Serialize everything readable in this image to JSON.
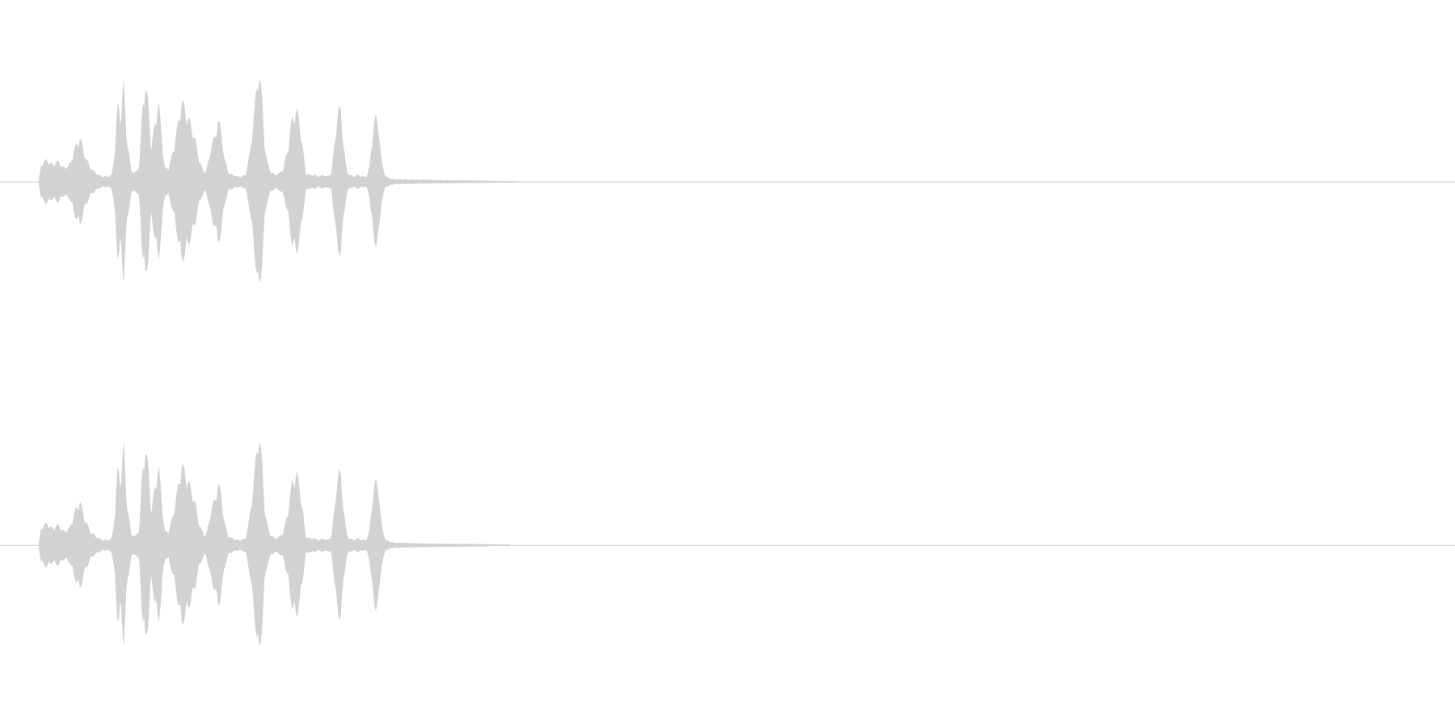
{
  "waveform": {
    "wave_color": "#d2d2d2",
    "baseline_color": "#d8d8d8",
    "background_color": "#ffffff",
    "channels": [
      {
        "name_id": "left",
        "peaks": [
          [
            0.0,
            0.0
          ],
          [
            0.027,
            0.0
          ],
          [
            0.028,
            0.1
          ],
          [
            0.032,
            0.13
          ],
          [
            0.036,
            0.1
          ],
          [
            0.04,
            0.12
          ],
          [
            0.044,
            0.08
          ],
          [
            0.048,
            0.1
          ],
          [
            0.052,
            0.21
          ],
          [
            0.055,
            0.26
          ],
          [
            0.058,
            0.16
          ],
          [
            0.062,
            0.08
          ],
          [
            0.066,
            0.05
          ],
          [
            0.07,
            0.03
          ],
          [
            0.074,
            0.03
          ],
          [
            0.077,
            0.04
          ],
          [
            0.079,
            0.18
          ],
          [
            0.081,
            0.46
          ],
          [
            0.083,
            0.37
          ],
          [
            0.085,
            0.57
          ],
          [
            0.087,
            0.26
          ],
          [
            0.09,
            0.07
          ],
          [
            0.093,
            0.05
          ],
          [
            0.096,
            0.1
          ],
          [
            0.098,
            0.45
          ],
          [
            0.1,
            0.58
          ],
          [
            0.102,
            0.44
          ],
          [
            0.104,
            0.18
          ],
          [
            0.107,
            0.38
          ],
          [
            0.109,
            0.46
          ],
          [
            0.111,
            0.28
          ],
          [
            0.113,
            0.08
          ],
          [
            0.116,
            0.08
          ],
          [
            0.119,
            0.18
          ],
          [
            0.122,
            0.32
          ],
          [
            0.125,
            0.48
          ],
          [
            0.128,
            0.4
          ],
          [
            0.131,
            0.34
          ],
          [
            0.134,
            0.25
          ],
          [
            0.137,
            0.12
          ],
          [
            0.14,
            0.06
          ],
          [
            0.142,
            0.06
          ],
          [
            0.145,
            0.2
          ],
          [
            0.148,
            0.28
          ],
          [
            0.15,
            0.36
          ],
          [
            0.152,
            0.3
          ],
          [
            0.154,
            0.14
          ],
          [
            0.157,
            0.05
          ],
          [
            0.16,
            0.04
          ],
          [
            0.163,
            0.03
          ],
          [
            0.166,
            0.03
          ],
          [
            0.169,
            0.04
          ],
          [
            0.172,
            0.18
          ],
          [
            0.175,
            0.42
          ],
          [
            0.178,
            0.69
          ],
          [
            0.18,
            0.48
          ],
          [
            0.182,
            0.2
          ],
          [
            0.184,
            0.1
          ],
          [
            0.186,
            0.06
          ],
          [
            0.189,
            0.04
          ],
          [
            0.192,
            0.05
          ],
          [
            0.195,
            0.08
          ],
          [
            0.198,
            0.2
          ],
          [
            0.201,
            0.38
          ],
          [
            0.204,
            0.42
          ],
          [
            0.206,
            0.34
          ],
          [
            0.208,
            0.2
          ],
          [
            0.21,
            0.05
          ],
          [
            0.213,
            0.04
          ],
          [
            0.216,
            0.04
          ],
          [
            0.219,
            0.03
          ],
          [
            0.222,
            0.04
          ],
          [
            0.225,
            0.03
          ],
          [
            0.228,
            0.05
          ],
          [
            0.23,
            0.22
          ],
          [
            0.232,
            0.4
          ],
          [
            0.234,
            0.44
          ],
          [
            0.236,
            0.22
          ],
          [
            0.238,
            0.07
          ],
          [
            0.24,
            0.04
          ],
          [
            0.243,
            0.03
          ],
          [
            0.246,
            0.04
          ],
          [
            0.249,
            0.03
          ],
          [
            0.252,
            0.03
          ],
          [
            0.254,
            0.08
          ],
          [
            0.256,
            0.27
          ],
          [
            0.258,
            0.38
          ],
          [
            0.26,
            0.35
          ],
          [
            0.262,
            0.12
          ],
          [
            0.265,
            0.03
          ],
          [
            0.27,
            0.015
          ],
          [
            0.28,
            0.012
          ],
          [
            0.29,
            0.01
          ],
          [
            0.3,
            0.009
          ],
          [
            0.31,
            0.008
          ],
          [
            0.32,
            0.007
          ],
          [
            0.33,
            0.006
          ],
          [
            0.34,
            0.004
          ],
          [
            0.345,
            0.003
          ],
          [
            0.35,
            0.003
          ],
          [
            0.356,
            0.003
          ],
          [
            0.357,
            0.0
          ],
          [
            1.0,
            0.0
          ]
        ]
      },
      {
        "name_id": "right",
        "peaks": [
          [
            0.0,
            0.0
          ],
          [
            0.027,
            0.0
          ],
          [
            0.028,
            0.1
          ],
          [
            0.032,
            0.13
          ],
          [
            0.036,
            0.1
          ],
          [
            0.04,
            0.12
          ],
          [
            0.044,
            0.08
          ],
          [
            0.048,
            0.1
          ],
          [
            0.052,
            0.21
          ],
          [
            0.055,
            0.26
          ],
          [
            0.058,
            0.16
          ],
          [
            0.062,
            0.08
          ],
          [
            0.066,
            0.05
          ],
          [
            0.07,
            0.03
          ],
          [
            0.074,
            0.03
          ],
          [
            0.077,
            0.04
          ],
          [
            0.079,
            0.18
          ],
          [
            0.081,
            0.46
          ],
          [
            0.083,
            0.37
          ],
          [
            0.085,
            0.57
          ],
          [
            0.087,
            0.26
          ],
          [
            0.09,
            0.07
          ],
          [
            0.093,
            0.05
          ],
          [
            0.096,
            0.1
          ],
          [
            0.098,
            0.45
          ],
          [
            0.1,
            0.58
          ],
          [
            0.102,
            0.44
          ],
          [
            0.104,
            0.18
          ],
          [
            0.107,
            0.38
          ],
          [
            0.109,
            0.46
          ],
          [
            0.111,
            0.28
          ],
          [
            0.113,
            0.08
          ],
          [
            0.116,
            0.08
          ],
          [
            0.119,
            0.18
          ],
          [
            0.122,
            0.32
          ],
          [
            0.125,
            0.48
          ],
          [
            0.128,
            0.4
          ],
          [
            0.131,
            0.34
          ],
          [
            0.134,
            0.25
          ],
          [
            0.137,
            0.12
          ],
          [
            0.14,
            0.06
          ],
          [
            0.142,
            0.06
          ],
          [
            0.145,
            0.2
          ],
          [
            0.148,
            0.28
          ],
          [
            0.15,
            0.36
          ],
          [
            0.152,
            0.3
          ],
          [
            0.154,
            0.14
          ],
          [
            0.157,
            0.05
          ],
          [
            0.16,
            0.04
          ],
          [
            0.163,
            0.03
          ],
          [
            0.166,
            0.03
          ],
          [
            0.169,
            0.04
          ],
          [
            0.172,
            0.18
          ],
          [
            0.175,
            0.42
          ],
          [
            0.178,
            0.69
          ],
          [
            0.18,
            0.48
          ],
          [
            0.182,
            0.2
          ],
          [
            0.184,
            0.1
          ],
          [
            0.186,
            0.06
          ],
          [
            0.189,
            0.04
          ],
          [
            0.192,
            0.05
          ],
          [
            0.195,
            0.08
          ],
          [
            0.198,
            0.2
          ],
          [
            0.201,
            0.38
          ],
          [
            0.204,
            0.42
          ],
          [
            0.206,
            0.34
          ],
          [
            0.208,
            0.2
          ],
          [
            0.21,
            0.05
          ],
          [
            0.213,
            0.04
          ],
          [
            0.216,
            0.04
          ],
          [
            0.219,
            0.03
          ],
          [
            0.222,
            0.04
          ],
          [
            0.225,
            0.03
          ],
          [
            0.228,
            0.05
          ],
          [
            0.23,
            0.22
          ],
          [
            0.232,
            0.4
          ],
          [
            0.234,
            0.44
          ],
          [
            0.236,
            0.22
          ],
          [
            0.238,
            0.07
          ],
          [
            0.24,
            0.04
          ],
          [
            0.243,
            0.03
          ],
          [
            0.246,
            0.04
          ],
          [
            0.249,
            0.03
          ],
          [
            0.252,
            0.03
          ],
          [
            0.254,
            0.08
          ],
          [
            0.256,
            0.27
          ],
          [
            0.258,
            0.38
          ],
          [
            0.26,
            0.35
          ],
          [
            0.262,
            0.12
          ],
          [
            0.265,
            0.03
          ],
          [
            0.27,
            0.015
          ],
          [
            0.28,
            0.012
          ],
          [
            0.29,
            0.01
          ],
          [
            0.3,
            0.009
          ],
          [
            0.31,
            0.008
          ],
          [
            0.32,
            0.007
          ],
          [
            0.33,
            0.006
          ],
          [
            0.34,
            0.004
          ],
          [
            0.345,
            0.003
          ],
          [
            0.35,
            0.003
          ],
          [
            0.351,
            0.0
          ],
          [
            1.0,
            0.0
          ]
        ]
      }
    ]
  }
}
